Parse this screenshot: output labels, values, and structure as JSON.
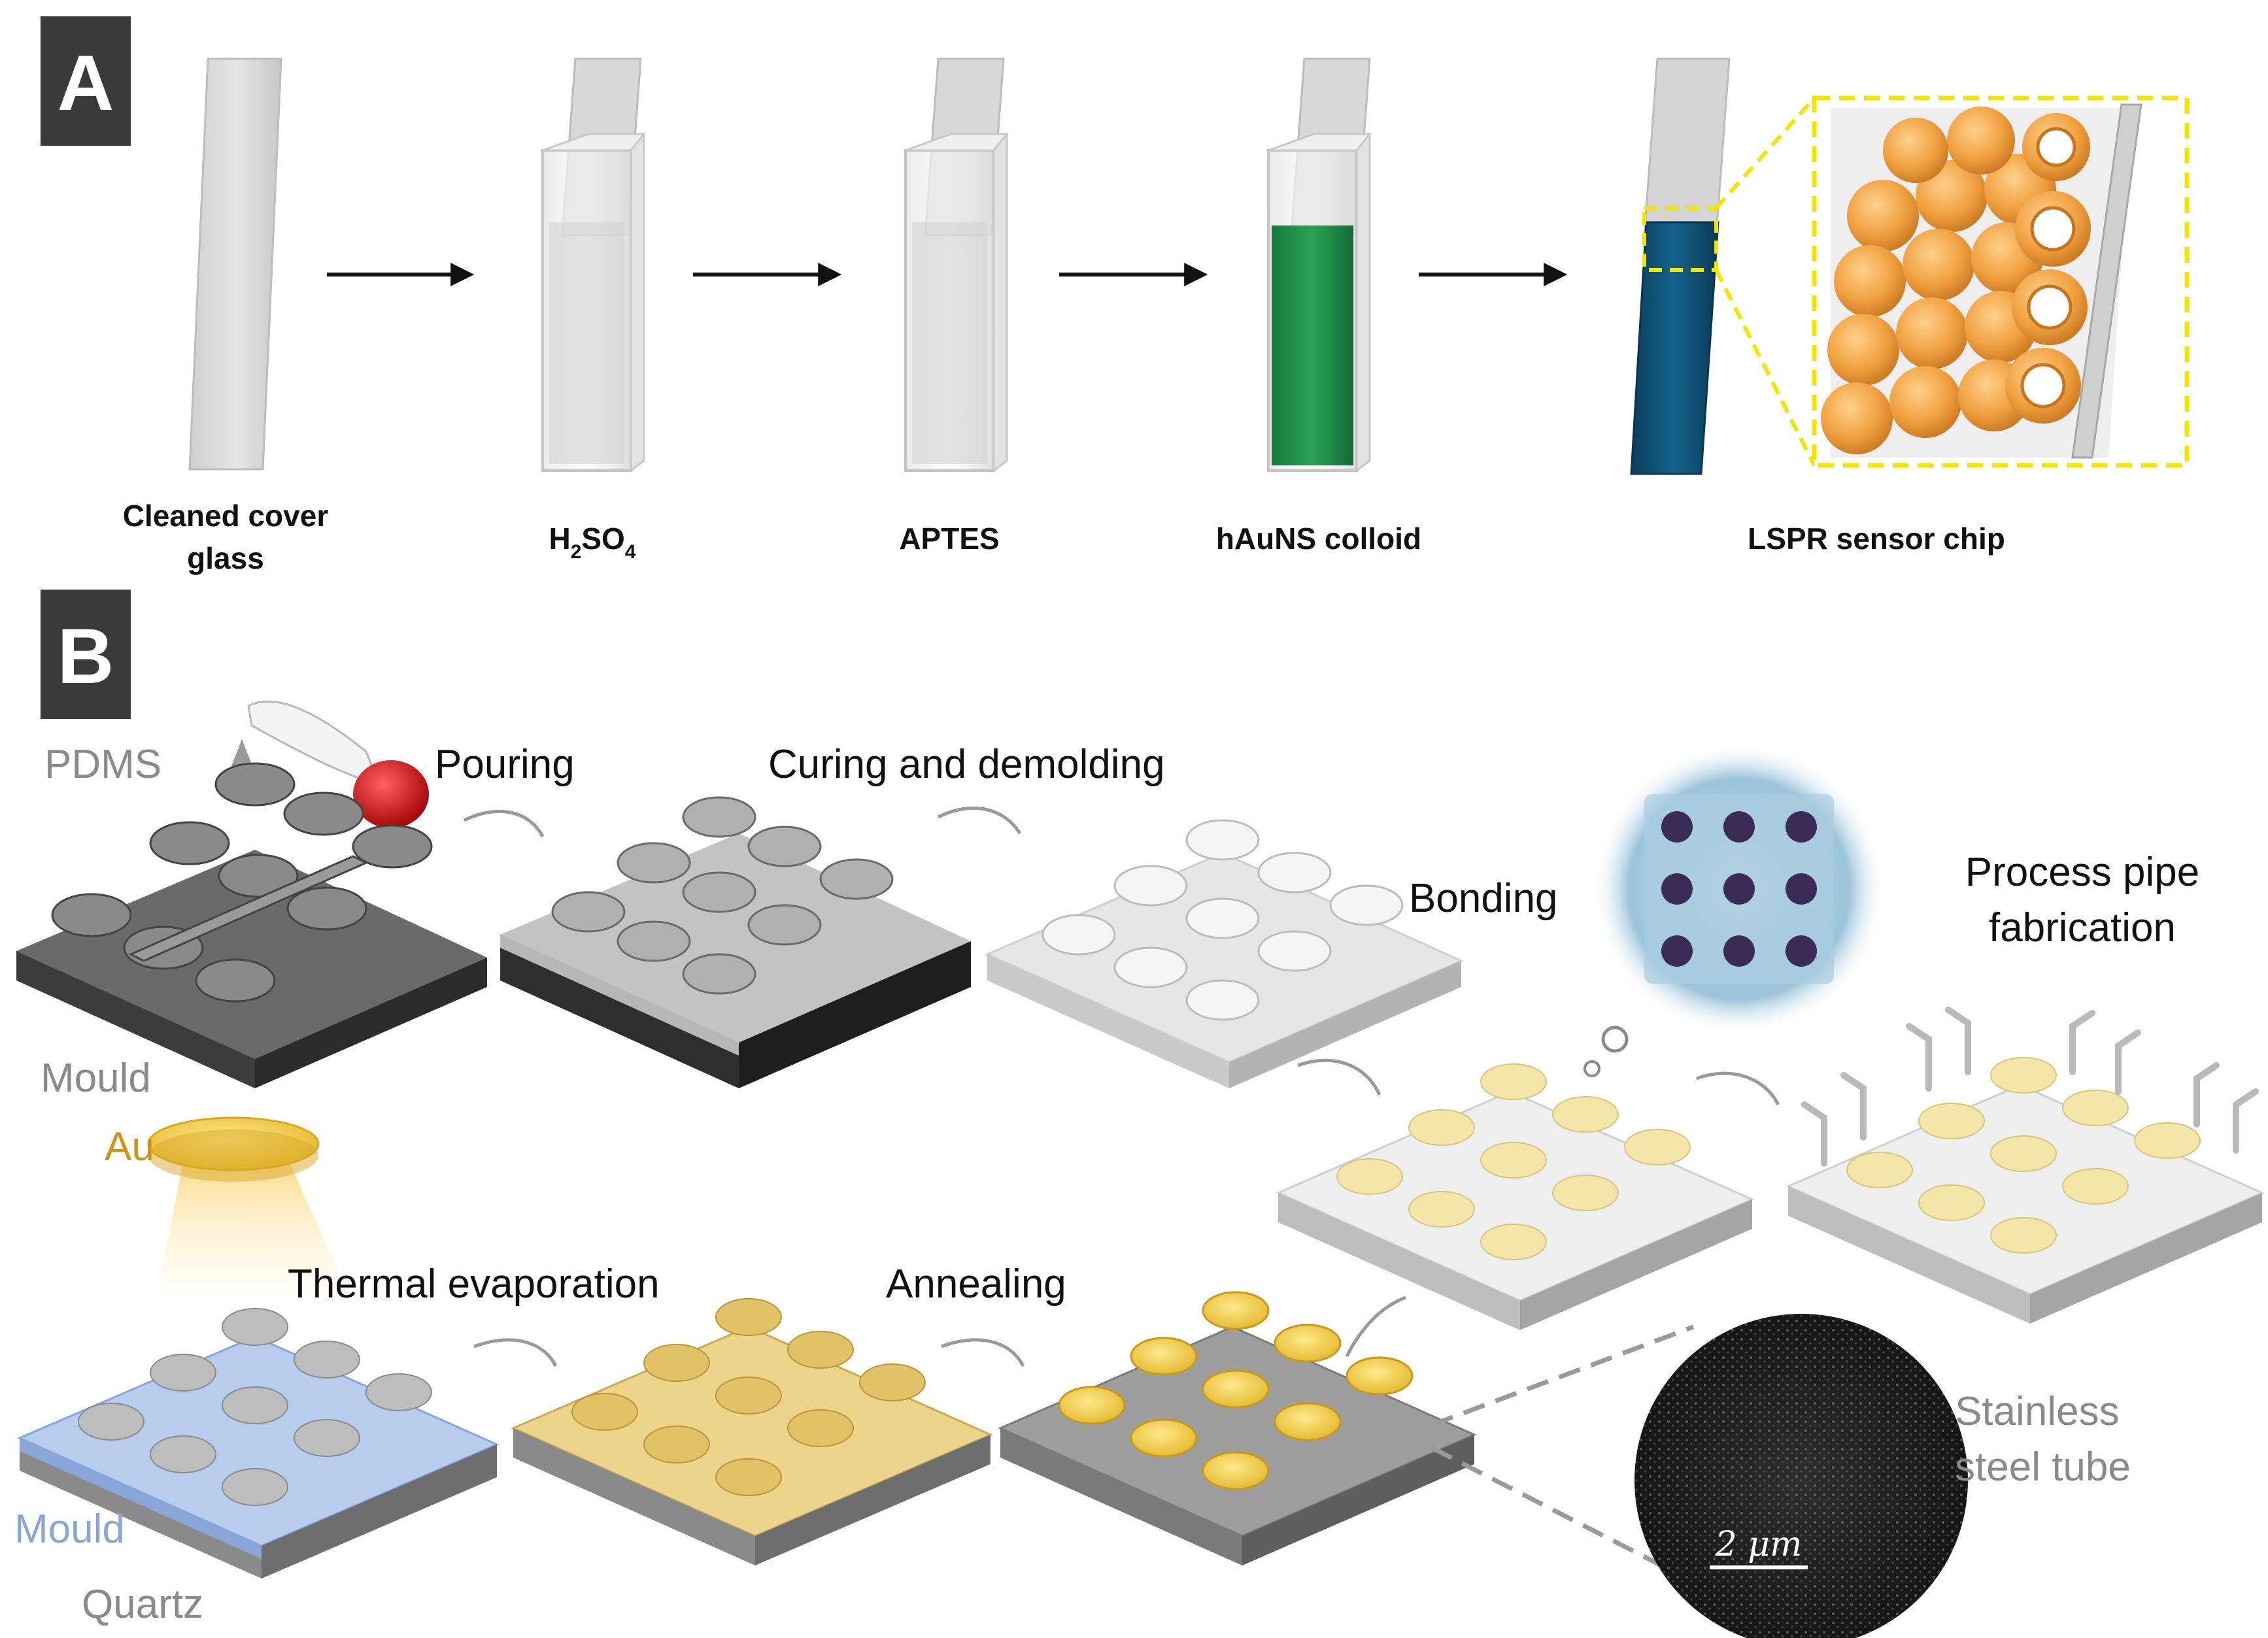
{
  "panel_a": {
    "badge": "A",
    "steps": [
      {
        "label_line1": "Cleaned cover",
        "label_line2": "glass"
      },
      {
        "label_main": "H",
        "label_sub1": "2",
        "label_mid": "SO",
        "label_sub2": "4"
      },
      {
        "label": "APTES"
      },
      {
        "label": "hAuNS colloid"
      },
      {
        "label": "LSPR sensor chip"
      }
    ]
  },
  "panel_b": {
    "badge": "B",
    "labels": {
      "pdms": "PDMS",
      "pouring": "Pouring",
      "curing": "Curing and demolding",
      "bonding": "Bonding",
      "process_line1": "Process pipe",
      "process_line2": "fabrication",
      "mould_top": "Mould",
      "au": "Au",
      "thermal": "Thermal evaporation",
      "annealing": "Annealing",
      "stainless_line1": "Stainless",
      "stainless_line2": "steel tube",
      "mould_bottom": "Mould",
      "quartz": "Quartz",
      "scale": "2 μm"
    }
  },
  "colors": {
    "badge": "#3a3a3a",
    "glass": "#d6d6d6",
    "colloid": "#1e8a45",
    "sensor": "#0d4a6e",
    "gold": "#f0c842",
    "zoom_box": "#f2e600",
    "mould_blue": "#a9c2e8"
  }
}
